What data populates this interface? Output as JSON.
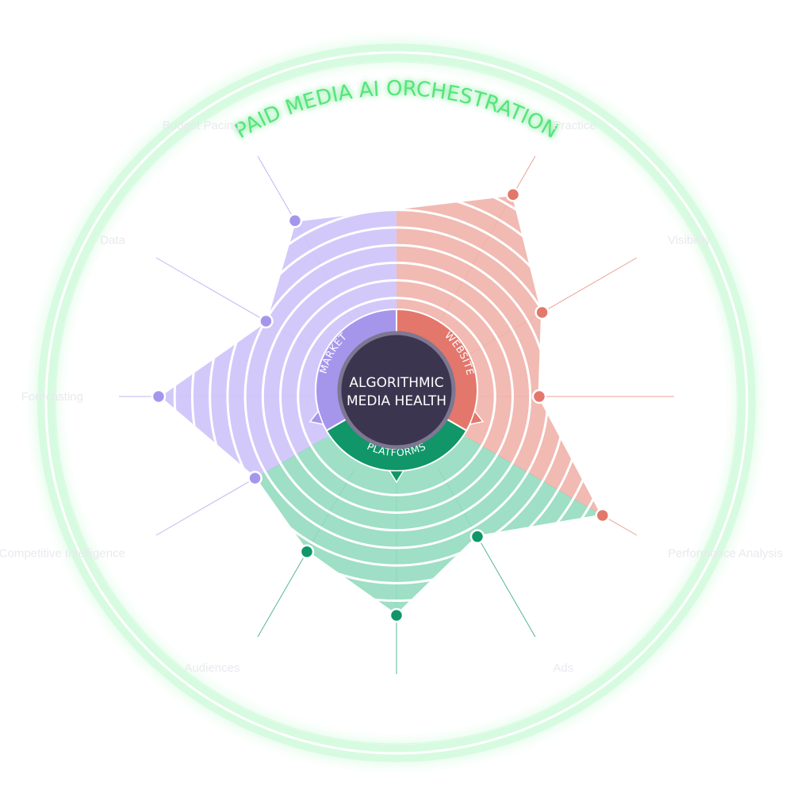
{
  "title": "PAID MEDIA AI ORCHESTRATION",
  "center": {
    "line1": "ALGORITHMIC",
    "line2": "MEDIA HEALTH"
  },
  "segments": [
    {
      "key": "website",
      "label": "WEBSITE",
      "color": "#e3776b",
      "fill": "#f0b2aa"
    },
    {
      "key": "platforms",
      "label": "PLATFORMS",
      "color": "#109668",
      "fill": "#93dbbf"
    },
    {
      "key": "market",
      "label": "MARKET",
      "color": "#a596ec",
      "fill": "#cdc3f9"
    }
  ],
  "axes": [
    {
      "label": "Budget Pacing",
      "segment": "market",
      "level": 0.78,
      "angle": -120
    },
    {
      "label": "Practice",
      "segment": "website",
      "level": 0.97,
      "angle": -60
    },
    {
      "label": "Visibility",
      "segment": "website",
      "level": 0.56,
      "angle": -30
    },
    {
      "label": "",
      "segment": "website",
      "level": 0.4,
      "angle": 0
    },
    {
      "label": "Performance Analysis",
      "segment": "website",
      "level": 1.0,
      "angle": 30
    },
    {
      "label": "Ads",
      "segment": "platforms",
      "level": 0.52,
      "angle": 60
    },
    {
      "label": "",
      "segment": "platforms",
      "level": 0.88,
      "angle": 90
    },
    {
      "label": "Audiences",
      "segment": "platforms",
      "level": 0.63,
      "angle": 120
    },
    {
      "label": "Competitive Intelligence",
      "segment": "market",
      "level": 0.53,
      "angle": 150
    },
    {
      "label": "Forecasting",
      "segment": "market",
      "level": 1.0,
      "angle": 180
    },
    {
      "label": "Data",
      "segment": "market",
      "level": 0.45,
      "angle": 210
    }
  ],
  "colors": {
    "ring": "#54e57a",
    "center": "#3b3550",
    "center_border": "#7d7791"
  }
}
